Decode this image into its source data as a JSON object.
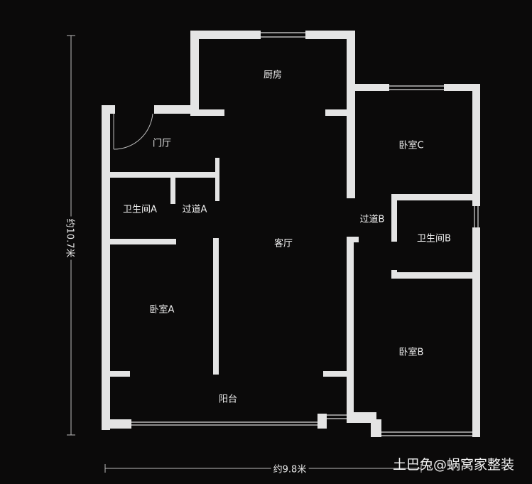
{
  "rooms": {
    "kitchen": "厨房",
    "foyer": "门厅",
    "bedroom_c": "卧室C",
    "bathroom_a": "卫生间A",
    "hallway_a": "过道A",
    "hallway_b": "过道B",
    "living_room": "客厅",
    "bathroom_b": "卫生间B",
    "bedroom_a": "卧室A",
    "bedroom_b": "卧室B",
    "balcony": "阳台"
  },
  "dimensions": {
    "height": "约10.7米",
    "width": "约9.8米"
  },
  "watermark": "土巴兔@蜗窝家整装",
  "colors": {
    "wall": "#e4e4e4",
    "background": "#0b0a0a"
  }
}
